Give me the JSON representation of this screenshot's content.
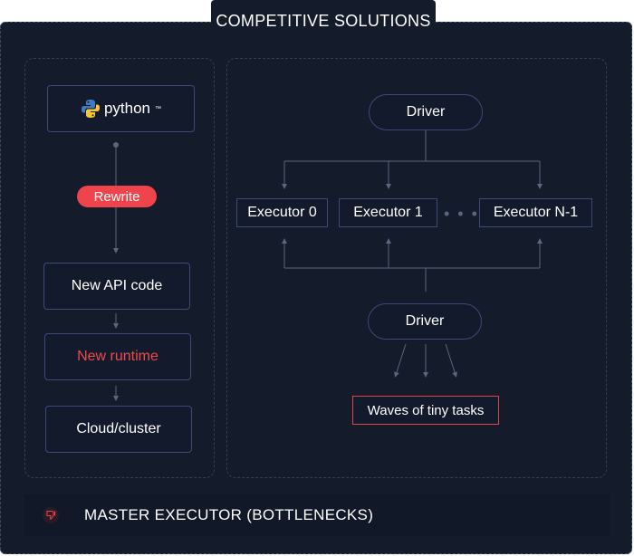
{
  "title": "COMPETITIVE SOLUTIONS",
  "left_flow": {
    "python_label": "python",
    "python_tm": "™",
    "rewrite_badge": "Rewrite",
    "new_api_code": "New API code",
    "new_runtime": "New runtime",
    "cloud_cluster": "Cloud/cluster"
  },
  "right_flow": {
    "driver_top": "Driver",
    "executors": [
      "Executor 0",
      "Executor 1",
      "Executor N-1"
    ],
    "ellipsis": "• • •",
    "driver_bottom": "Driver",
    "waves": "Waves of tiny tasks"
  },
  "footer": {
    "label": "MASTER EXECUTOR (BOTTLENECKS)",
    "icon": "thumbs-down-icon"
  },
  "colors": {
    "background": "#141b2b",
    "node_border": "#3c4a78",
    "accent_red": "#f0444c",
    "connector": "#5b6480"
  }
}
